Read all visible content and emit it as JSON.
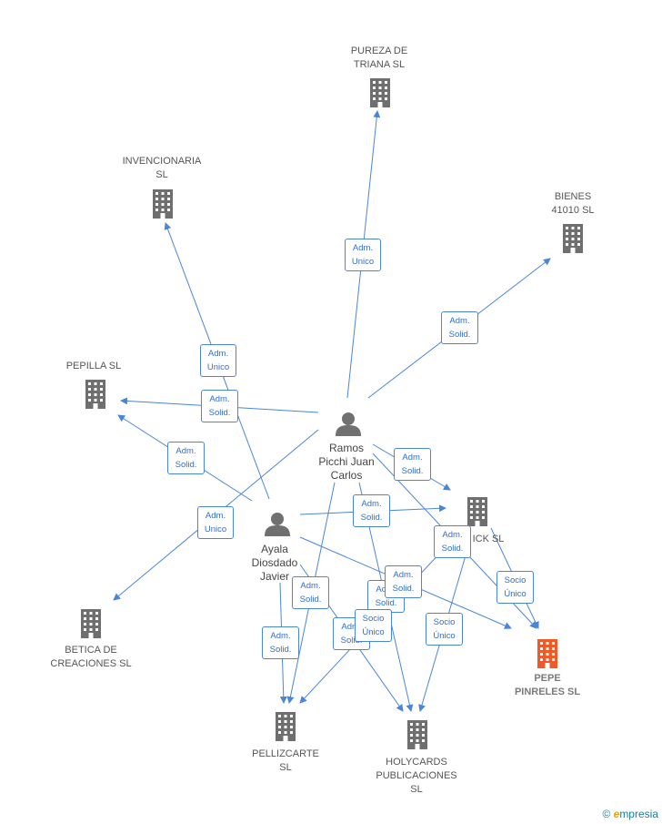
{
  "colors": {
    "edge": "#4a86d8",
    "company": "#6f6f6f",
    "focus": "#f05a28",
    "person": "#707070"
  },
  "companies": {
    "pureza": "PUREZA DE\nTRIANA SL",
    "invencionaria": "INVENCIONARIA\nSL",
    "bienes": "BIENES\n41010  SL",
    "pepilla": "PEPILLA  SL",
    "betica": "BETICA DE\nCREACIONES SL",
    "ick": "ICK  SL",
    "pepe": "PEPE\nPINRELES  SL",
    "pellizcarte": "PELLIZCARTE\nSL",
    "holycards": "HOLYCARDS\nPUBLICACIONES\nSL"
  },
  "persons": {
    "ramos": "Ramos\nPicchi Juan\nCarlos",
    "ayala": "Ayala\nDiosdado\nJavier"
  },
  "edge_labels": {
    "e1": "Adm.\nUnico",
    "e2": "Adm.\nSolid.",
    "e3": "Adm.\nUnico",
    "e4": "Adm.\nSolid.",
    "e5": "Adm.\nSolid.",
    "e6": "Adm.\nUnico",
    "e7": "Adm.\nSolid.",
    "e8": "Adm.\nSolid.",
    "e9": "Adm.\nSolid.",
    "e10": "Socio\nÚnico",
    "e11": "Adm.\nSolid.",
    "e12": "Adm.\nSolid.",
    "e13": "Adm.\nSolid.",
    "e14": "Adm.\nSolid.",
    "e15": "Socio\nÚnico",
    "e16": "Adm.\nSolid.",
    "e17": "Socio\nÚnico"
  },
  "watermark": {
    "symbol": "©",
    "brand_first": "e",
    "brand_rest": "mpresia"
  }
}
